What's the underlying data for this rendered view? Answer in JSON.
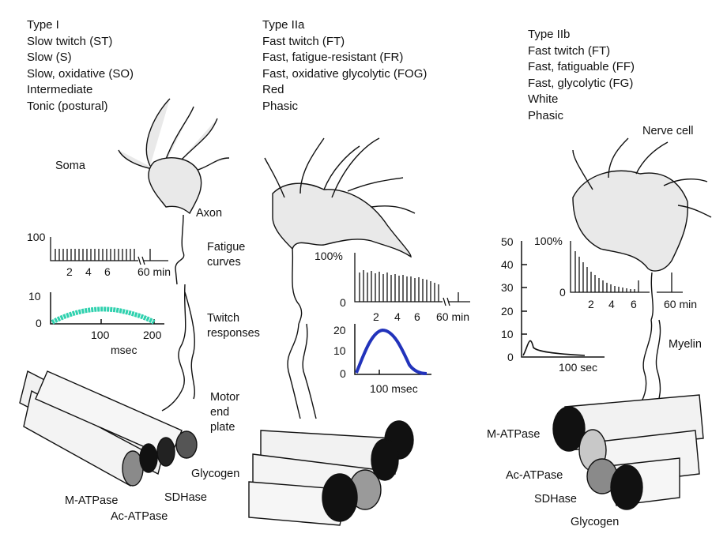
{
  "columns": [
    {
      "id": "type1",
      "lines": [
        "Type I",
        "Slow twitch (ST)",
        "Slow (S)",
        "Slow, oxidative (SO)",
        "Intermediate",
        "Tonic (postural)"
      ]
    },
    {
      "id": "type2a",
      "lines": [
        "Type IIa",
        "Fast twitch (FT)",
        "Fast, fatigue-resistant (FR)",
        "Fast, oxidative glycolytic (FOG)",
        "Red",
        "Phasic"
      ]
    },
    {
      "id": "type2b",
      "lines": [
        "Type IIb",
        "Fast twitch (FT)",
        "Fast, fatiguable (FF)",
        "Fast, glycolytic (FG)",
        "White",
        "Phasic"
      ]
    }
  ],
  "labels": {
    "soma": "Soma",
    "axon": "Axon",
    "fatigue_curves": [
      "Fatigue",
      "curves"
    ],
    "twitch_responses": [
      "Twitch",
      "responses"
    ],
    "motor_end_plate": [
      "Motor",
      "end",
      "plate"
    ],
    "glycogen_1": "Glycogen",
    "m_atpase_1": "M-ATPase",
    "ac_atpase_1": "Ac-ATPase",
    "sdhase_1": "SDHase",
    "nerve_cell": "Nerve cell",
    "myelin": "Myelin",
    "m_atpase_3": "M-ATPase",
    "ac_atpase_3": "Ac-ATPase",
    "sdhase_3": "SDHase",
    "glycogen_3": "Glycogen"
  },
  "charts": {
    "fatigue1": {
      "y_label": "100",
      "x_ticks": [
        "2",
        "4",
        "6",
        "60 min"
      ]
    },
    "twitch1": {
      "y_ticks": [
        "10",
        "0"
      ],
      "x_ticks": [
        "100",
        "200"
      ],
      "x_unit": "msec"
    },
    "fatigue2": {
      "y_ticks": [
        "100%",
        "0"
      ],
      "x_ticks": [
        "2",
        "4",
        "6",
        "60 min"
      ]
    },
    "twitch2": {
      "y_ticks": [
        "20",
        "10",
        "0"
      ],
      "x_ticks": [
        "100 msec"
      ]
    },
    "twitch3": {
      "y_ticks": [
        "50",
        "40",
        "30",
        "20",
        "10",
        "0"
      ],
      "x_ticks": [
        "100 sec"
      ]
    },
    "fatigue3": {
      "y_ticks": [
        "100%",
        "0"
      ],
      "x_ticks": [
        "2",
        "4",
        "6",
        "60 min"
      ]
    }
  },
  "colors": {
    "twitch1_curve": "#2fd1ae",
    "twitch2_curve": "#2233bb",
    "ink": "#111111"
  }
}
